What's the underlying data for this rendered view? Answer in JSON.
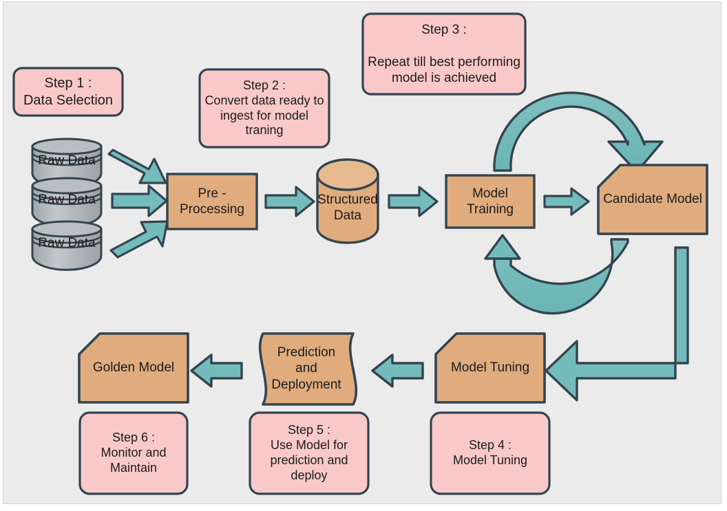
{
  "diagram": {
    "title": "Machine Learning Model Lifecycle Flow",
    "background_color": "#ebebeb",
    "colors": {
      "note_fill": "#f9c9c9",
      "process_fill": "#e0ac7e",
      "datastore_fill": "#b0b5b8",
      "arrow_fill": "#74bcbc",
      "stroke": "#33444f",
      "text": "#1b1b1b"
    }
  },
  "notes": [
    {
      "id": "step1",
      "text": "Step 1 :\nData Selection"
    },
    {
      "id": "step2",
      "text": "Step 2 :\nConvert data ready to\ningest for model\ntraning"
    },
    {
      "id": "step3",
      "text": "Step 3 :\n\nRepeat till best performing\nmodel is achieved"
    },
    {
      "id": "step4",
      "text": "Step 4 :\nModel Tuning"
    },
    {
      "id": "step5",
      "text": "Step 5 :\nUse Model for\nprediction and\ndeploy"
    },
    {
      "id": "step6",
      "text": "Step 6 :\nMonitor and\nMaintain"
    }
  ],
  "nodes": [
    {
      "id": "raw1",
      "label": "Raw Data",
      "shape": "cylinder-stack"
    },
    {
      "id": "raw2",
      "label": "Raw Data",
      "shape": "cylinder-stack"
    },
    {
      "id": "raw3",
      "label": "Raw Data",
      "shape": "cylinder-stack"
    },
    {
      "id": "preprocessing",
      "label": "Pre -\nProcessing",
      "shape": "rectangle"
    },
    {
      "id": "structured",
      "label": "Structured\nData",
      "shape": "cylinder"
    },
    {
      "id": "training",
      "label": "Model\nTraining",
      "shape": "rectangle"
    },
    {
      "id": "candidate",
      "label": "Candidate Model",
      "shape": "chamfered-rectangle"
    },
    {
      "id": "tuning",
      "label": "Model Tuning",
      "shape": "chamfered-rectangle"
    },
    {
      "id": "prediction",
      "label": "Prediction and\nDeployment",
      "shape": "document-wave"
    },
    {
      "id": "golden",
      "label": "Golden Model",
      "shape": "chamfered-rectangle"
    }
  ],
  "edges": [
    {
      "from": "raw1",
      "to": "preprocessing",
      "style": "block-arrow-diagonal-down"
    },
    {
      "from": "raw2",
      "to": "preprocessing",
      "style": "block-arrow-horizontal"
    },
    {
      "from": "raw3",
      "to": "preprocessing",
      "style": "block-arrow-diagonal-up"
    },
    {
      "from": "preprocessing",
      "to": "structured",
      "style": "block-arrow-horizontal"
    },
    {
      "from": "structured",
      "to": "training",
      "style": "block-arrow-horizontal"
    },
    {
      "from": "training",
      "to": "candidate",
      "style": "block-arrow-horizontal"
    },
    {
      "from": "training",
      "to": "candidate",
      "style": "curved-arc-top"
    },
    {
      "from": "candidate",
      "to": "training",
      "style": "curved-arc-bottom"
    },
    {
      "from": "candidate",
      "to": "tuning",
      "style": "elbow-arrow-left"
    },
    {
      "from": "tuning",
      "to": "prediction",
      "style": "block-arrow-left"
    },
    {
      "from": "prediction",
      "to": "golden",
      "style": "block-arrow-left"
    }
  ]
}
